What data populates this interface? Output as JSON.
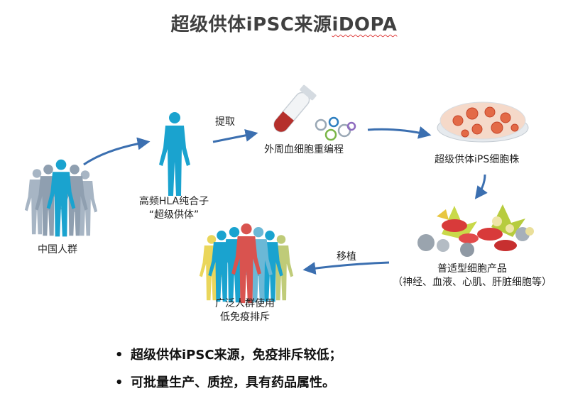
{
  "title": {
    "prefix": "超级供体iPSC来源",
    "suffix": "iDOPA"
  },
  "steps": {
    "population": "中国人群",
    "donor_line1": "高频HLA纯合子",
    "donor_line2": "“超级供体”",
    "extract": "提取",
    "reprogram": "外周血细胞重编程",
    "cell_line": "超级供体iPS细胞株",
    "products_line1": "普适型细胞产品",
    "products_line2": "（神经、血液、心肌、肝脏细胞等）",
    "transplant": "移植",
    "recipients_line1": "广泛人群使用",
    "recipients_line2": "低免疫排斥"
  },
  "bullets": [
    "超级供体iPSC来源，免疫排斥较低；",
    "可批量生产、质控，具有药品属性。"
  ],
  "colors": {
    "arrow": "#3b6fb0",
    "person_teal": "#1aa3cf",
    "person_gray": "#8f9fb0",
    "tube_red": "#b5302c"
  }
}
